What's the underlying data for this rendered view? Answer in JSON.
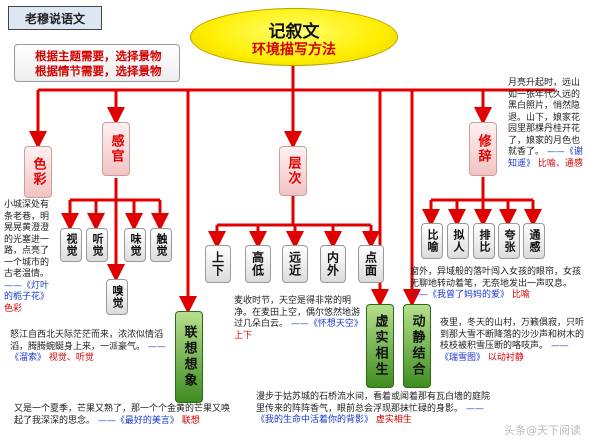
{
  "tag": "老穆说语文",
  "intro": [
    "根据主题需要，选择景物",
    "根据情节需要，选择景物"
  ],
  "title": {
    "main": "记叙文",
    "sub": "环境描写方法"
  },
  "branches": {
    "color": "色彩",
    "senses": "感官",
    "sense_items": [
      "视觉",
      "听觉",
      "嗅觉",
      "味觉",
      "触觉"
    ],
    "imagination": "联想想象",
    "layers": "层次",
    "layer_items": [
      "上下",
      "高低",
      "远近",
      "内外",
      "点面"
    ],
    "real_virtual": "虚实相生",
    "motion_static": "动静结合",
    "rhetoric": "修辞",
    "rhetoric_items": [
      "比喻",
      "拟人",
      "排比",
      "夸张",
      "通感"
    ]
  },
  "captions": {
    "color": {
      "text": "小城深处有条老巷，明晃晃黄澄澄的光塞进一路，点亮了一个城市的古老温情。",
      "source": "——《灯叶的栀子花》",
      "tag": "色彩"
    },
    "senses": {
      "text": "怒江自西北天际茫茫而来，浓浓似情滔滔，腾腾蜿蜒身上来，一派豪气。",
      "source": "——《溜索》",
      "tag": "视觉、听觉"
    },
    "imagination": {
      "text": "又是一个夏季，芒果又熟了，那一个个金黄的芒果又唤起了我深深的思念。",
      "source": "——《最好的美言》",
      "tag": "联想"
    },
    "layers": {
      "text": "麦收时节，天空是得非常的明净。在麦田上空，偶尔悠然地游过几朵白云。",
      "source": "——《怀想天空》",
      "tag": "上下"
    },
    "rhetoric": {
      "text": "月亮升起时，远山如一张年代久远的黑白照片，悄然隐退。山下，娘家花园里那棵丹桂开花了，娘家的月色也就香了。",
      "source": "——《谢知遥》",
      "tag": "比喻、通感"
    },
    "rhetoric2": {
      "text": "窗外，异域般的落叶闯入女孩的眼帘，女孩无聊地转动着笔，无奈地发出一声叹息。",
      "source": "——《我曾了妈妈的爱》",
      "tag": "比喻"
    },
    "motion": {
      "text": "夜里，冬天的山村，万籁俱寂，只听到那大雪不断降落的沙沙声和树木的枝枝被积雪压断的咯吱声。",
      "source": "——《瑞雪图》",
      "tag": "以动衬静"
    },
    "real": {
      "text": "漫步于姑苏城的石桥流水间，看着或闻着那有瓦白墙的庭院里传来的阵阵香气，眼前总会浮现那抹忙碌的身影。",
      "source": "——《我的生命中活着你的背影》",
      "tag": "虚实相生"
    }
  },
  "watermark": "头条@天下阅读",
  "colors": {
    "red": "#e00000",
    "quote": "#1a3ad0",
    "green": "#3e8d20"
  }
}
